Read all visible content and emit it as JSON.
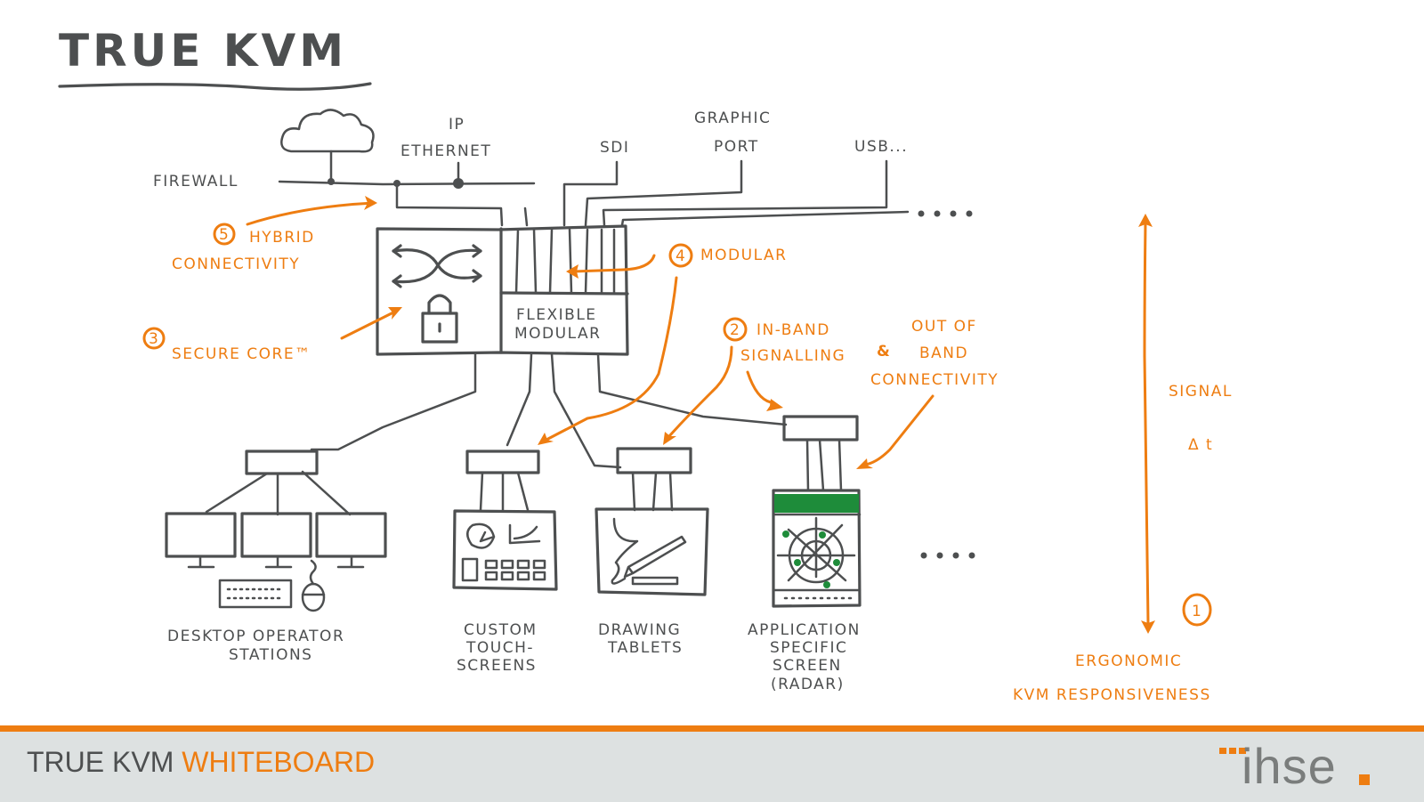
{
  "title": "TRUE KVM",
  "network": {
    "firewall": "FIREWALL",
    "ip_line1": "IP",
    "ip_line2": "ETHERNET",
    "sdi": "SDI",
    "graphic_line1": "GRAPHIC",
    "graphic_line2": "PORT",
    "usb": "USB...",
    "more_inputs": "...."
  },
  "core": {
    "module_line1": "FLEXIBLE",
    "module_line2": "MODULAR"
  },
  "callouts": [
    {
      "number": "1",
      "lines": [
        "ERGONOMIC",
        "KVM RESPONSIVENESS"
      ]
    },
    {
      "number": "2",
      "lines": [
        "IN-BAND",
        "SIGNALLING"
      ]
    },
    {
      "number": "3",
      "lines": [
        "SECURE CORE™"
      ]
    },
    {
      "number": "4",
      "lines": [
        "MODULAR"
      ]
    },
    {
      "number": "5",
      "lines": [
        "HYBRID",
        "CONNECTIVITY"
      ]
    }
  ],
  "ampersand": "&",
  "out_of_band": [
    "OUT OF",
    "BAND",
    "CONNECTIVITY"
  ],
  "signal": {
    "label": "SIGNAL",
    "delta": "Δ t"
  },
  "endpoints": [
    {
      "lines": [
        "DESKTOP OPERATOR",
        "STATIONS"
      ]
    },
    {
      "lines": [
        "CUSTOM",
        "TOUCH-",
        "SCREENS"
      ]
    },
    {
      "lines": [
        "DRAWING",
        "TABLETS"
      ]
    },
    {
      "lines": [
        "APPLICATION",
        "SPECIFIC",
        "SCREEN",
        "(RADAR)"
      ]
    }
  ],
  "more_endpoints": "....",
  "colors": {
    "ink": "#4d4f50",
    "accent": "#ee7d11",
    "radar_green": "#1e8c3a",
    "footer_bg": "#dde1e1"
  },
  "footer": {
    "title_main": "TRUE KVM",
    "title_accent": "WHITEBOARD",
    "logo": "ihse"
  }
}
